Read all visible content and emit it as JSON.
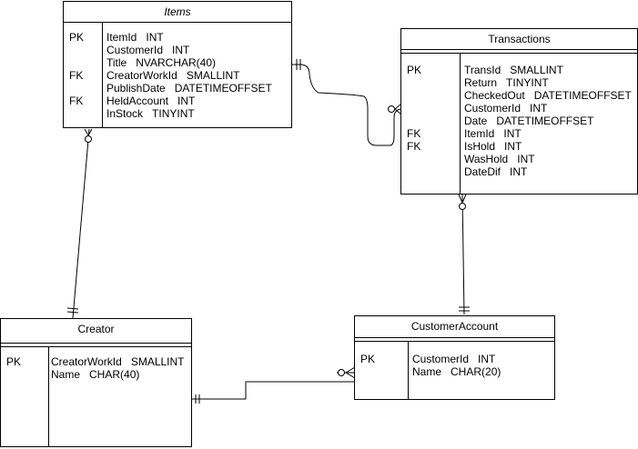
{
  "entities": {
    "items": {
      "title": "Items",
      "keys": [
        "PK",
        "",
        "",
        "FK",
        "",
        "FK",
        ""
      ],
      "fields": [
        {
          "name": "ItemId",
          "type": "INT"
        },
        {
          "name": "CustomerId",
          "type": "INT"
        },
        {
          "name": "Title",
          "type": "NVARCHAR(40)"
        },
        {
          "name": "CreatorWorkId",
          "type": "SMALLINT"
        },
        {
          "name": "PublishDate",
          "type": "DATETIMEOFFSET"
        },
        {
          "name": "HeldAccount",
          "type": "INT"
        },
        {
          "name": "InStock",
          "type": "TINYINT"
        }
      ]
    },
    "transactions": {
      "title": "Transactions",
      "keys": [
        "PK",
        "",
        "",
        "",
        "",
        "FK",
        "FK",
        "",
        ""
      ],
      "fields": [
        {
          "name": "TransId",
          "type": "SMALLINT"
        },
        {
          "name": "Return",
          "type": "TINYINT"
        },
        {
          "name": "CheckedOut",
          "type": "DATETIMEOFFSET"
        },
        {
          "name": "CustomerId",
          "type": "INT"
        },
        {
          "name": "Date",
          "type": "DATETIMEOFFSET"
        },
        {
          "name": "ItemId",
          "type": "INT"
        },
        {
          "name": "IsHold",
          "type": "INT"
        },
        {
          "name": "WasHold",
          "type": "INT"
        },
        {
          "name": "DateDif",
          "type": "INT"
        }
      ]
    },
    "creator": {
      "title": "Creator",
      "keys": [
        "PK",
        ""
      ],
      "fields": [
        {
          "name": "CreatorWorkId",
          "type": "SMALLINT"
        },
        {
          "name": "Name",
          "type": "CHAR(40)"
        }
      ]
    },
    "customer_account": {
      "title": "CustomerAccount",
      "keys": [
        "PK",
        ""
      ],
      "fields": [
        {
          "name": "CustomerId",
          "type": "INT"
        },
        {
          "name": "Name",
          "type": "CHAR(20)"
        }
      ]
    }
  },
  "relationships": [
    {
      "from": "Items",
      "from_end": "one-and-only-one",
      "to": "Transactions",
      "to_end": "zero-or-many"
    },
    {
      "from": "Creator",
      "from_end": "one-and-only-one",
      "to": "Items",
      "to_end": "zero-or-many"
    },
    {
      "from": "CustomerAccount",
      "from_end": "one-and-only-one",
      "to": "Transactions",
      "to_end": "zero-or-many"
    },
    {
      "from": "Creator",
      "from_end": "one-and-only-one",
      "to": "CustomerAccount",
      "to_end": "zero-or-many"
    }
  ]
}
